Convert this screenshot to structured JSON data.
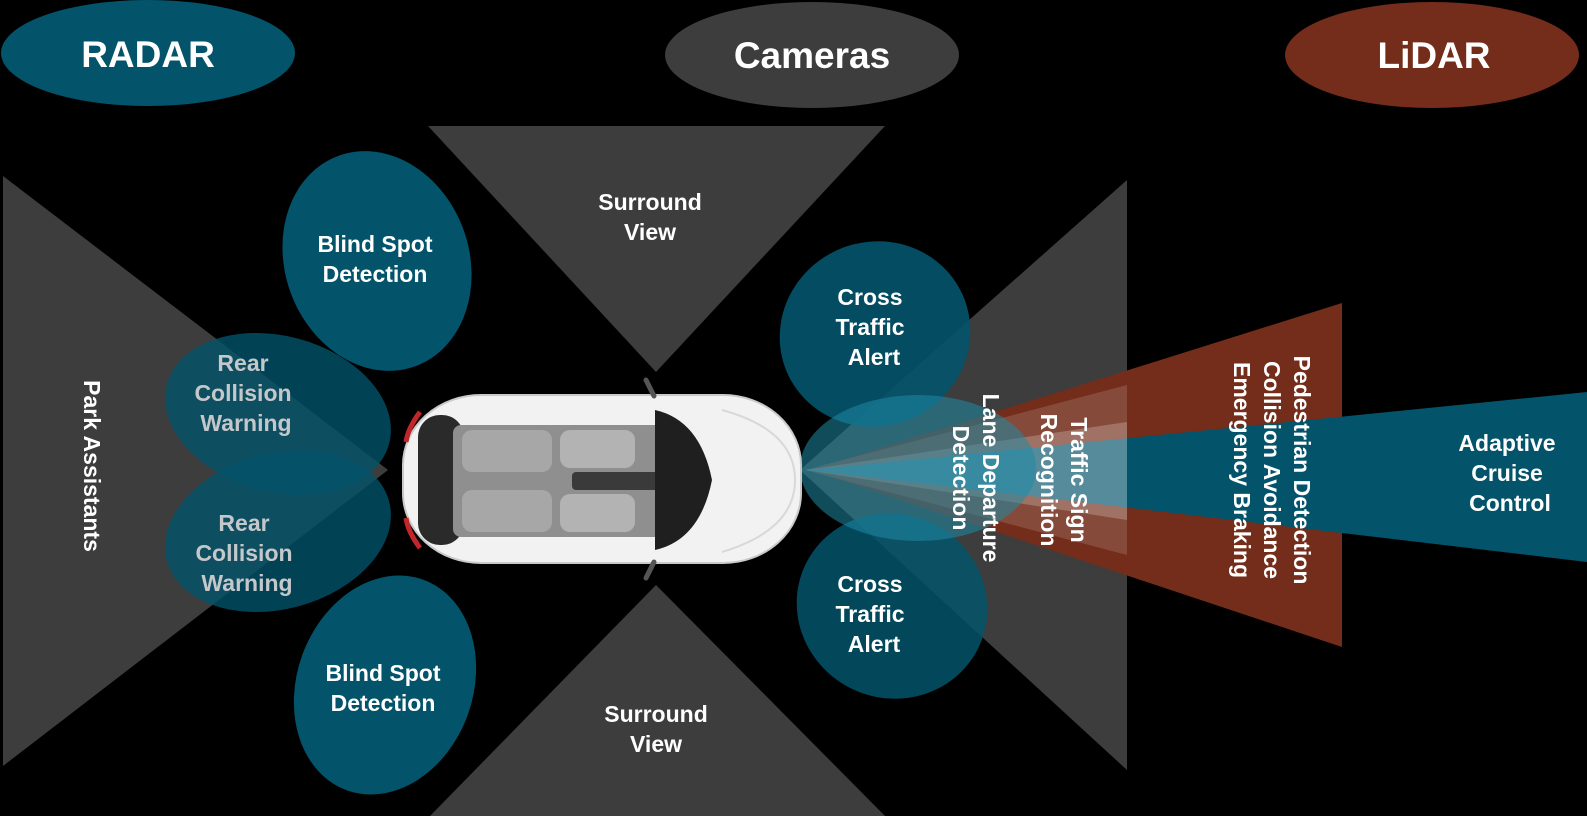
{
  "colors": {
    "background": "#000000",
    "radar": "#03536a",
    "camera": "#3d3d3d",
    "lidar": "#732d1a",
    "text": "#ffffff",
    "text_dim": "#c4c8ca"
  },
  "legend": {
    "radar": "RADAR",
    "cameras": "Cameras",
    "lidar": "LiDAR"
  },
  "zones": {
    "park_assistants": "Park Assistants",
    "surround_view_top": [
      "Surround",
      "View"
    ],
    "surround_view_bottom": [
      "Surround",
      "View"
    ],
    "blind_spot_top": [
      "Blind Spot",
      "Detection"
    ],
    "blind_spot_bottom": [
      "Blind Spot",
      "Detection"
    ],
    "rear_collision_top": [
      "Rear",
      "Collision",
      "Warning"
    ],
    "rear_collision_bottom": [
      "Rear",
      "Collision",
      "Warning"
    ],
    "cross_traffic_top": [
      "Cross",
      "Traffic",
      "Alert"
    ],
    "cross_traffic_bottom": [
      "Cross",
      "Traffic",
      "Alert"
    ],
    "lane_departure": [
      "Lane Departure",
      "Detection"
    ],
    "traffic_sign": [
      "Traffic Sign",
      "Recognition"
    ],
    "lidar_features": [
      "Pedestrian Detection",
      "Collision Avoidance",
      "Emergency Braking"
    ],
    "adaptive_cruise": [
      "Adaptive",
      "Cruise",
      "Control"
    ]
  },
  "vehicle": {
    "label": "car top view"
  }
}
